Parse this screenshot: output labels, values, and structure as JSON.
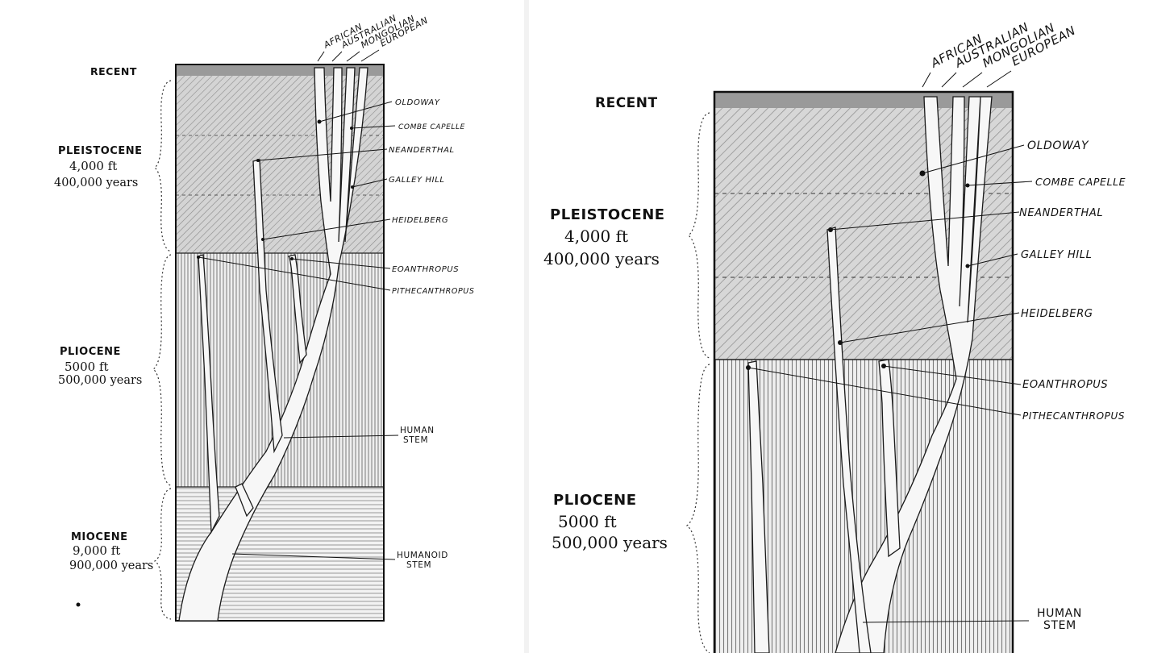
{
  "races": [
    "AFRICAN",
    "AUSTRALIAN",
    "MONGOLIAN",
    "EUROPEAN"
  ],
  "eras": {
    "recent": "RECENT",
    "pleistocene": {
      "name": "PLEISTOCENE",
      "depth": "4,000 ft",
      "years": "400,000 years"
    },
    "pliocene": {
      "name": "PLIOCENE",
      "depth": "5000 ft",
      "years": "500,000 years"
    },
    "miocene": {
      "name": "MIOCENE",
      "depth": "9,000 ft",
      "years": "900,000 years"
    }
  },
  "fossils": {
    "oldoway": "OLDOWAY",
    "combe_capelle": "COMBE CAPELLE",
    "neanderthal": "NEANDERTHAL",
    "galley_hill": "GALLEY HILL",
    "heidelberg": "HEIDELBERG",
    "eoanthropus": "EOANTHROPUS",
    "pithecanthropus": "PITHECANTHROPUS"
  },
  "stems": {
    "human_1": "HUMAN",
    "human_2": "STEM",
    "humanoid_1": "HUMANOID",
    "humanoid_2": "STEM"
  },
  "colors": {
    "ink": "#111111",
    "paper": "#ffffff",
    "pleistocene_fill": "#cfcfcf",
    "pliocene_fill": "#e2e2e2",
    "miocene_fill": "#ececec"
  }
}
